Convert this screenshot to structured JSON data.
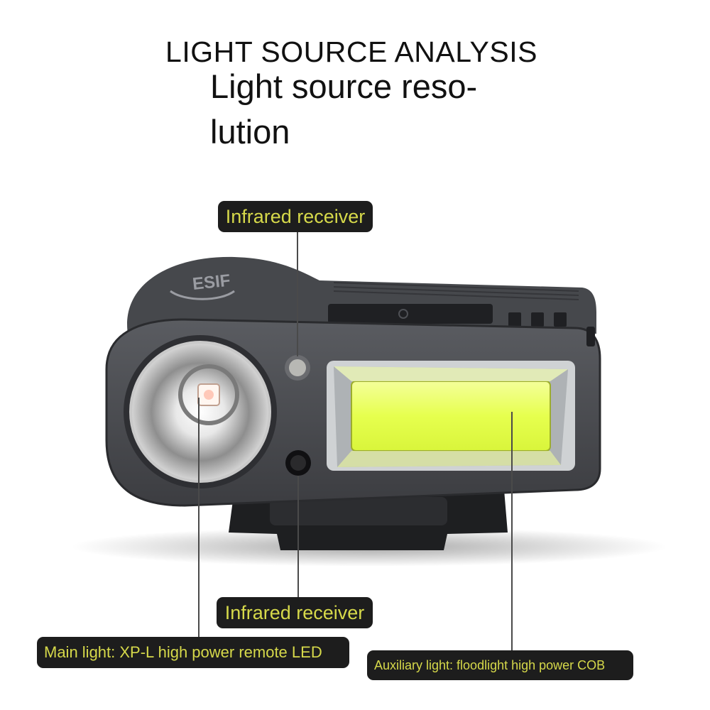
{
  "header": {
    "title": "LIGHT SOURCE ANALYSIS",
    "subtitle_line1": "Light source reso-",
    "subtitle_line2": "lution"
  },
  "product": {
    "brand_logo": "ESIF",
    "colors": {
      "body": "#4b4d52",
      "body_dark": "#2a2b2e",
      "cob_glow": "#e9ff5a",
      "label_bg": "#1d1d1d",
      "label_text": "#d6d94a"
    }
  },
  "callouts": {
    "top_receiver": "Infrared receiver",
    "bottom_receiver": "Infrared receiver",
    "main_light": "Main light: XP-L high power remote LED",
    "aux_light": "Auxiliary light: floodlight high power COB"
  }
}
